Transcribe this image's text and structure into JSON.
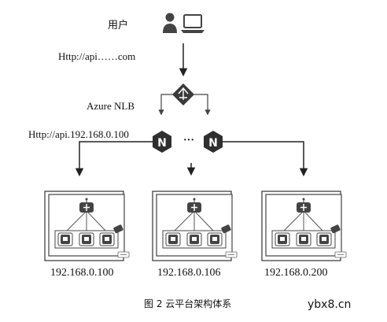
{
  "user": {
    "label": "用户"
  },
  "request": {
    "url": "Http://api……com"
  },
  "load_balancer": {
    "label": "Azure NLB"
  },
  "nginx": {
    "url": "Http://api.192.168.0.100",
    "ellipsis": "···"
  },
  "servers": [
    {
      "ip": "192.168.0.100"
    },
    {
      "ip": "192.168.0.106"
    },
    {
      "ip": "192.168.0.200"
    }
  ],
  "caption": {
    "text": "图 2   云平台架构体系"
  },
  "watermark": {
    "text": "ybx8.cn"
  },
  "icons": [
    "user-icon",
    "laptop-icon",
    "load-balancer-icon",
    "nginx-icon",
    "cluster-router-icon",
    "container-node-icon",
    "network-badge-icon",
    "scale-arrow-icon"
  ]
}
